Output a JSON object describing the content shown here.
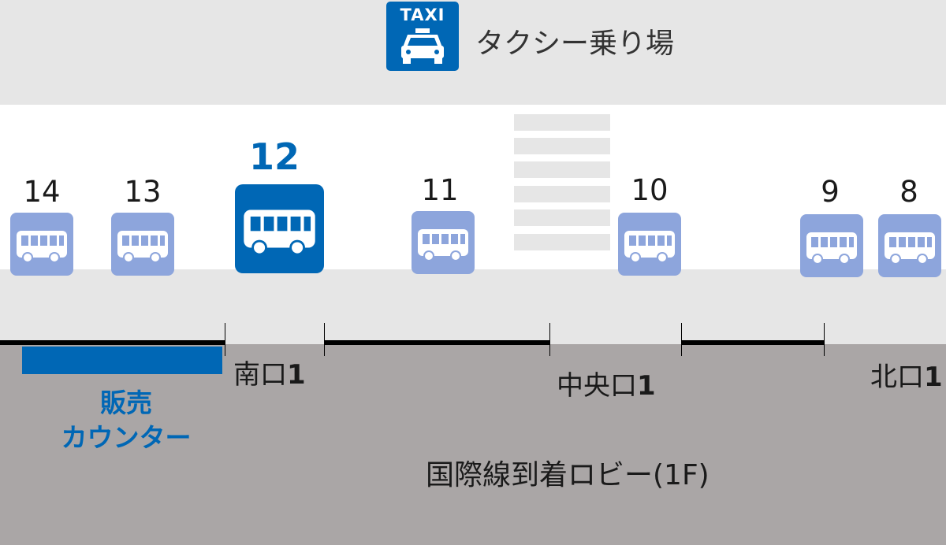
{
  "taxi": {
    "badge": "TAXI",
    "label": "タクシー乗り場"
  },
  "bus_stops": [
    {
      "number": "14",
      "featured": false,
      "icon": "bus-icon"
    },
    {
      "number": "13",
      "featured": false,
      "icon": "bus-icon"
    },
    {
      "number": "12",
      "featured": true,
      "icon": "bus-icon"
    },
    {
      "number": "11",
      "featured": false,
      "icon": "bus-icon"
    },
    {
      "number": "10",
      "featured": false,
      "icon": "bus-icon"
    },
    {
      "number": "9",
      "featured": false,
      "icon": "bus-icon"
    },
    {
      "number": "8",
      "featured": false,
      "icon": "bus-icon"
    }
  ],
  "counter": {
    "line1": "販売",
    "line2": "カウンター"
  },
  "exits": [
    {
      "name": "南口",
      "num": "1"
    },
    {
      "name": "中央口",
      "num": "1"
    },
    {
      "name": "北口",
      "num": "1"
    }
  ],
  "lobby": "国際線到着ロビー(1F)",
  "colors": {
    "accent": "#0067b5",
    "bus_stop": "#8da5dc",
    "road": "#e6e6e6",
    "lobby": "#aaa6a6"
  }
}
